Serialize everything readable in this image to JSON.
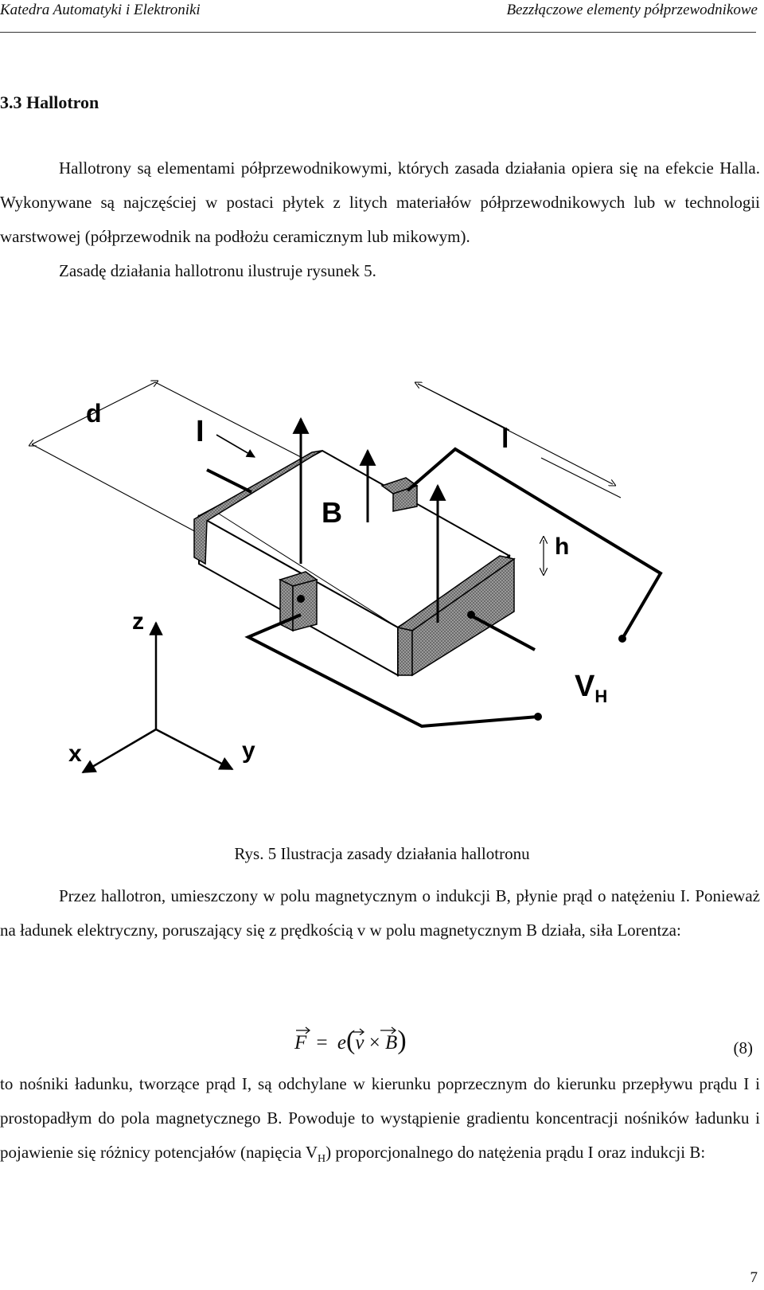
{
  "header": {
    "left": "Katedra Automatyki i Elektroniki",
    "right": "Bezzłączowe elementy półprzewodnikowe"
  },
  "section": {
    "title": "3.3 Hallotron"
  },
  "intro": {
    "p1": "Hallotrony są elementami półprzewodnikowymi, których zasada działania opiera się na efekcie Halla. Wykonywane są najczęściej w postaci płytek z litych materiałów półprzewodnikowych lub w technologii warstwowej (półprzewodnik na podłożu ceramicznym lub mikowym).",
    "p2": "Zasadę działania hallotronu ilustruje rysunek 5."
  },
  "figure": {
    "labels": {
      "d": "d",
      "I": "I",
      "l": "l",
      "B": "B",
      "h": "h",
      "z": "z",
      "x": "x",
      "y": "y",
      "V": "V",
      "H": "H"
    },
    "caption": "Rys. 5 Ilustracja zasady działania hallotronu"
  },
  "body": {
    "p3": "Przez hallotron, umieszczony w polu magnetycznym o indukcji B, płynie prąd o natężeniu I. Ponieważ na ładunek elektryczny, poruszający się z prędkością v w polu magnetycznym B działa, siła Lorentza:",
    "p4_main": "to nośniki ładunku, tworzące prąd I, są odchylane w kierunku poprzecznym do kierunku przepływu prądu I i prostopadłym do pola magnetycznego B. Powoduje to wystąpienie gradientu koncentracji nośników ładunku i pojawienie się różnicy potencjałów (napięcia V",
    "p4_sub": "H",
    "p4_end": ") proporcjonalnego do natężenia prądu I oraz indukcji B:"
  },
  "equation": {
    "F": "F",
    "eq": "=",
    "e": "e",
    "lp": "(",
    "v": "v",
    "x": "×",
    "B": "B",
    "rp": ")",
    "number": "(8)"
  },
  "page_number": "7"
}
